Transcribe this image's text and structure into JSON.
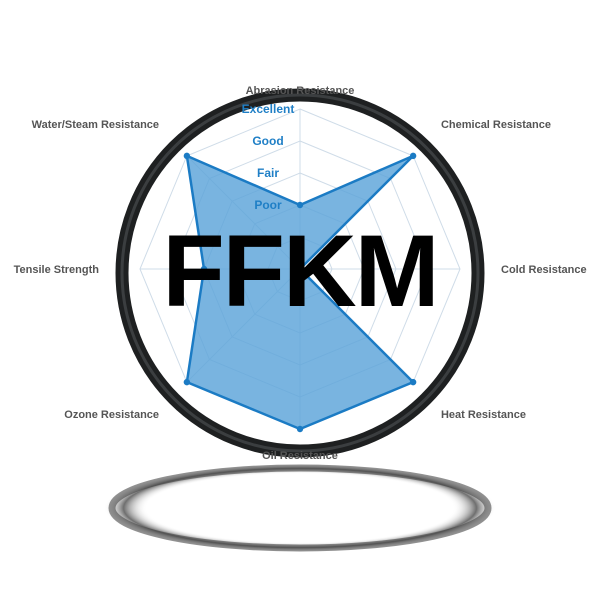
{
  "title": "FFKM",
  "chart_data": {
    "type": "radar",
    "title": "FFKM",
    "axes": [
      "Abrasion Resistance",
      "Chemical Resistance",
      "Cold Resistance",
      "Heat Resistance",
      "Oil Resistance",
      "Ozone Resistance",
      "Tensile Strength",
      "Water/Steam Resistance"
    ],
    "levels": [
      "Poor",
      "Fair",
      "Good",
      "Excellent"
    ],
    "rmax": 5,
    "series": [
      {
        "values": [
          2,
          5,
          0,
          5,
          5,
          5,
          3,
          5
        ]
      }
    ],
    "grid": true,
    "legend": "none"
  },
  "colors": {
    "fill": "#5ba3d9",
    "stroke": "#1b7bc4",
    "grid": "#cfdce8",
    "ring": "#1e2021",
    "level_text": "#1f7fc6",
    "axis_text": "#555555"
  }
}
